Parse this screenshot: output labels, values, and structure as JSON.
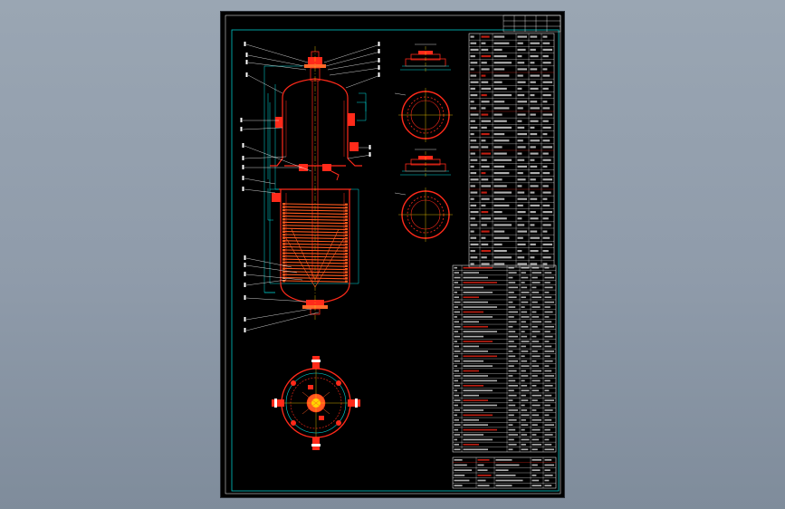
{
  "viewport": {
    "background_color": "#8f9baa"
  },
  "sheet": {
    "background_color": "#000000",
    "border_color": "#00c8c8",
    "outline_color": "#ffffff"
  },
  "drawing_colors": {
    "vessel": "#ff2a1a",
    "coil": "#ff5a1e",
    "dimension": "#00e0e0",
    "leader": "#ffffff",
    "center_line": "#ffd400",
    "table": "#ffffff",
    "table_accent": "#ff2a1a"
  },
  "views": {
    "main": "vessel-elevation-view",
    "top_section_a": "flange-section-view-a",
    "top_section_b": "flange-section-view-b",
    "plan": "vessel-plan-view"
  },
  "tables": {
    "upper_right": {
      "rows": 18,
      "cols": 6
    },
    "parts_list": {
      "rows": 40,
      "cols": 6
    },
    "title_block": {
      "rows": 5,
      "cols": 6
    }
  }
}
